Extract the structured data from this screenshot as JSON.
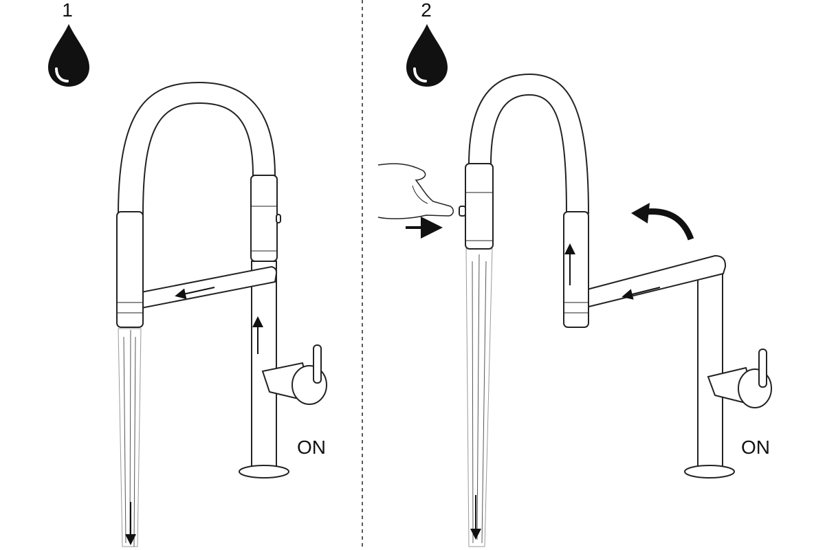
{
  "steps": [
    {
      "number": "1",
      "handle_label": "ON",
      "icon": "water-drop-icon"
    },
    {
      "number": "2",
      "handle_label": "ON",
      "icon": "water-drop-icon"
    }
  ],
  "colors": {
    "ink": "#111111",
    "background": "#ffffff"
  }
}
